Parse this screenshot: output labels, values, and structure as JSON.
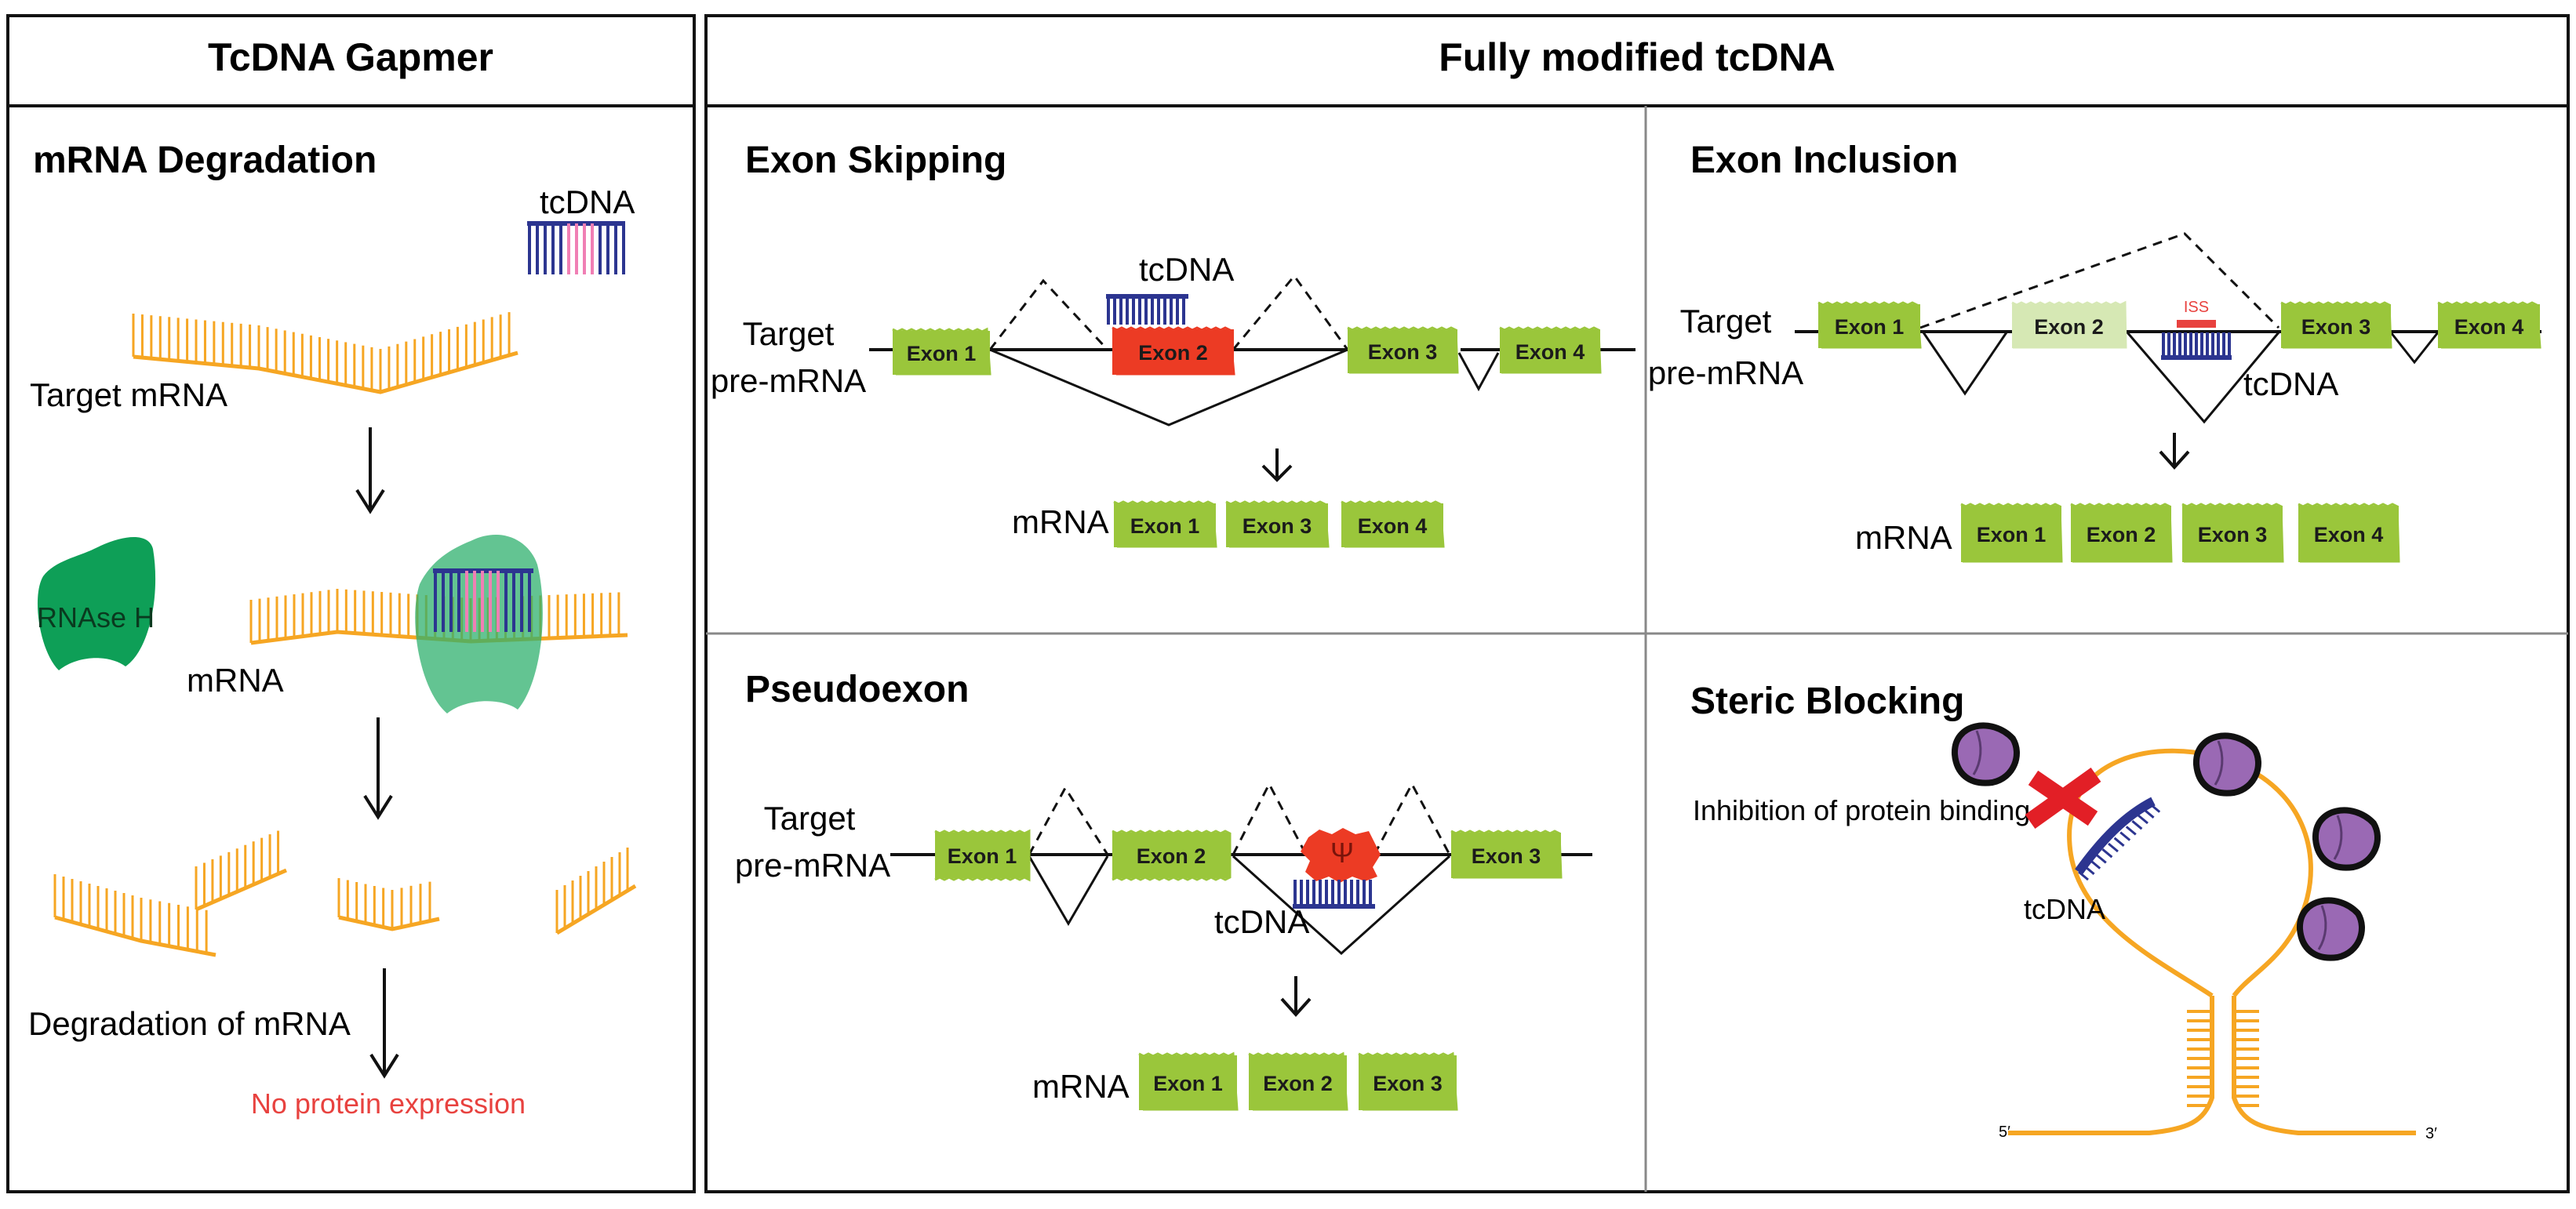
{
  "panels": {
    "left_header": "TcDNA Gapmer",
    "right_header": "Fully modified tcDNA"
  },
  "degradation": {
    "title": "mRNA Degradation",
    "tcdna": "tcDNA",
    "target_mrna": "Target mRNA",
    "rnase": "RNAse H",
    "mrna": "mRNA",
    "degraded": "Degradation of mRNA",
    "result": "No protein expression"
  },
  "skipping": {
    "title": "Exon Skipping",
    "target_line1": "Target",
    "target_line2": "pre-mRNA",
    "tcdna": "tcDNA",
    "mrna": "mRNA",
    "exons": [
      "Exon 1",
      "Exon 2",
      "Exon 3",
      "Exon 4"
    ],
    "result_exons": [
      "Exon 1",
      "Exon 3",
      "Exon 4"
    ]
  },
  "inclusion": {
    "title": "Exon Inclusion",
    "target_line1": "Target",
    "target_line2": "pre-mRNA",
    "iss": "ISS",
    "tcdna": "tcDNA",
    "mrna": "mRNA",
    "exons": [
      "Exon 1",
      "Exon 2",
      "Exon 3",
      "Exon 4"
    ],
    "result_exons": [
      "Exon 1",
      "Exon 2",
      "Exon 3",
      "Exon 4"
    ]
  },
  "pseudoexon": {
    "title": "Pseudoexon",
    "target_line1": "Target",
    "target_line2": "pre-mRNA",
    "psi": "Ψ",
    "tcdna": "tcDNA",
    "mrna": "mRNA",
    "exons": [
      "Exon 1",
      "Exon 2",
      "Exon 3"
    ],
    "result_exons": [
      "Exon 1",
      "Exon 2",
      "Exon 3"
    ]
  },
  "steric": {
    "title": "Steric Blocking",
    "inhibition": "Inhibition of protein binding",
    "tcdna": "tcDNA",
    "five_prime": "5′",
    "three_prime": "3′"
  },
  "colors": {
    "exon_green": "#9ac63b",
    "exon_faded": "#d6e8b4",
    "exon_red": "#ec3b24",
    "strand_orange": "#f6a623",
    "tcdna_blue": "#2c3590",
    "tcdna_pink": "#f07fb4",
    "rnase_green": "#0e9f57",
    "protein_purple": "#9a69b4",
    "cross_red": "#e21f26",
    "text_red": "#e8423f"
  }
}
